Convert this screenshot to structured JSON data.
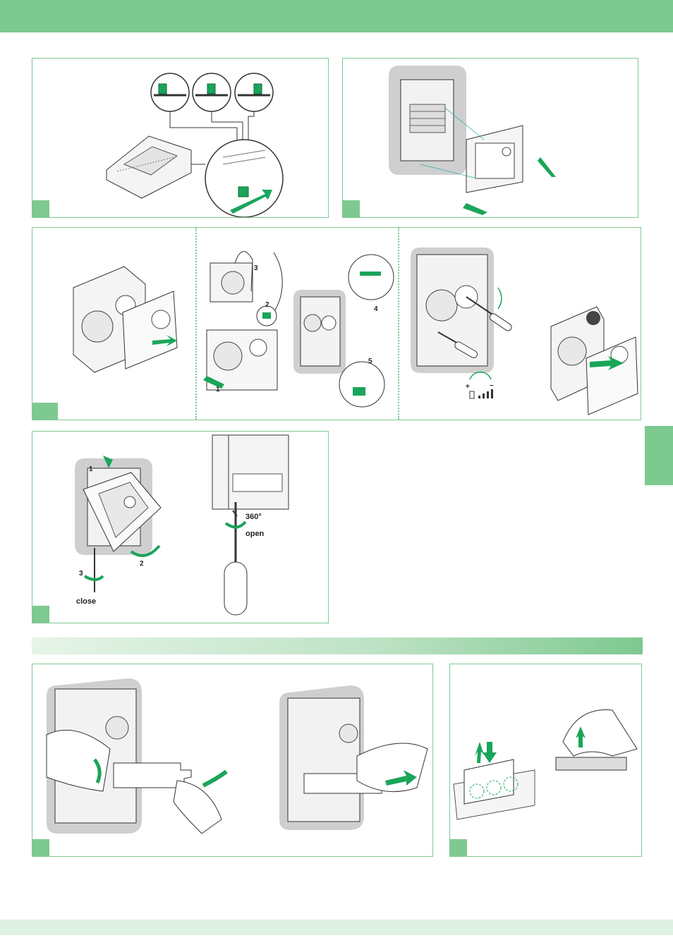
{
  "labels": {
    "step1": "1",
    "step2": "2",
    "step3": "3",
    "step4": "4",
    "step5": "5",
    "rot_label": "360°",
    "open_label": "open",
    "close_label": "close",
    "plus_label": "+",
    "minus_label": "–",
    "p5_step1": "1",
    "p5_step2": "2",
    "p5_step3": "3"
  },
  "colors": {
    "accent_green": "#1aa55a",
    "band_green": "#7ec990",
    "pale_green": "#dff1e2"
  },
  "icons": [
    "jumper-icon",
    "arrow-icon",
    "screwdriver-icon",
    "volume-icon",
    "hand-icon"
  ]
}
